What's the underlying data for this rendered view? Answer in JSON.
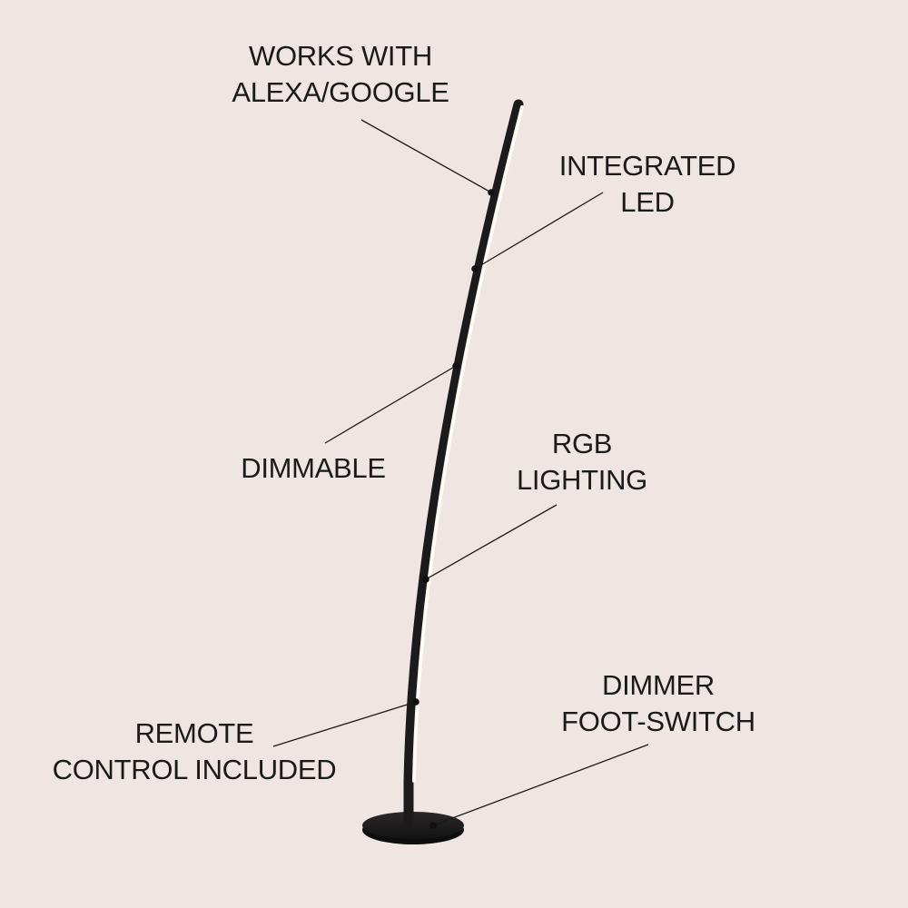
{
  "features": [
    {
      "id": "alexa",
      "lines": [
        "WORKS WITH",
        "ALEXA/GOOGLE"
      ]
    },
    {
      "id": "led",
      "lines": [
        "INTEGRATED",
        "LED"
      ]
    },
    {
      "id": "dimmable",
      "lines": [
        "DIMMABLE"
      ]
    },
    {
      "id": "rgb",
      "lines": [
        "RGB",
        "LIGHTING"
      ]
    },
    {
      "id": "remote",
      "lines": [
        "REMOTE",
        "CONTROL INCLUDED"
      ]
    },
    {
      "id": "footswitch",
      "lines": [
        "DIMMER",
        "FOOT-SWITCH"
      ]
    }
  ],
  "colors": {
    "background": "#efe6e3",
    "lamp": "#1c1a1a",
    "led_glow": "#fffaf3",
    "text": "#1a1a1a"
  }
}
